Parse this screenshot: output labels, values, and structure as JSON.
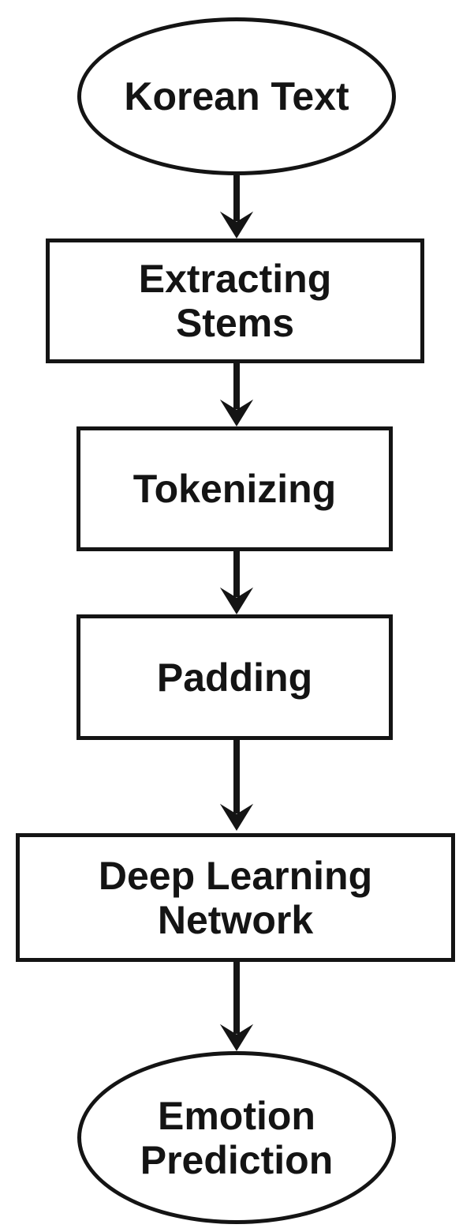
{
  "figure": {
    "type": "flowchart",
    "background_color": "#ffffff",
    "ink_color": "#141414",
    "nodes": [
      {
        "id": "korean-text",
        "shape": "ellipse",
        "label": "Korean Text"
      },
      {
        "id": "extracting-stems",
        "shape": "process",
        "label": "Extracting\nStems"
      },
      {
        "id": "tokenizing",
        "shape": "process",
        "label": "Tokenizing"
      },
      {
        "id": "padding",
        "shape": "process",
        "label": "Padding"
      },
      {
        "id": "deep-learning-network",
        "shape": "process",
        "label": "Deep Learning\nNetwork"
      },
      {
        "id": "emotion-prediction",
        "shape": "ellipse",
        "label": "Emotion\nPrediction"
      }
    ],
    "edges": [
      {
        "from": "korean-text",
        "to": "extracting-stems",
        "direction": "down"
      },
      {
        "from": "extracting-stems",
        "to": "tokenizing",
        "direction": "down"
      },
      {
        "from": "tokenizing",
        "to": "padding",
        "direction": "down"
      },
      {
        "from": "padding",
        "to": "deep-learning-network",
        "direction": "down"
      },
      {
        "from": "deep-learning-network",
        "to": "emotion-prediction",
        "direction": "down"
      }
    ]
  }
}
